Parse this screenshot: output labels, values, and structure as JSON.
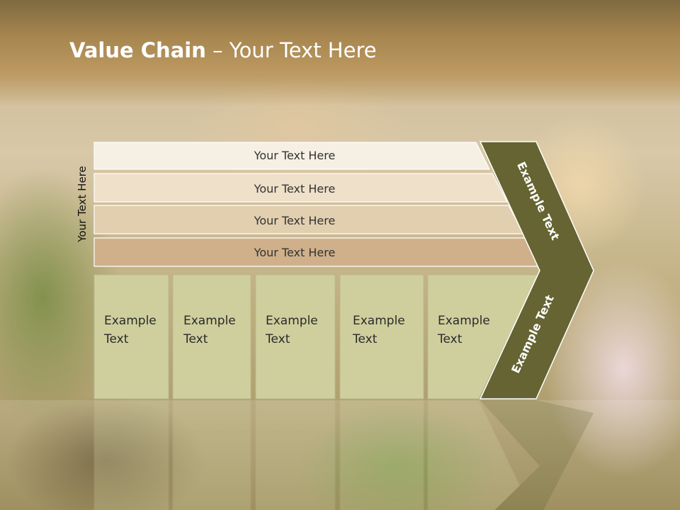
{
  "title": {
    "bold": "Value Chain",
    "rest": " – Your Text Here"
  },
  "vertical_label": "Your Text Here",
  "bars": [
    {
      "label": "Your Text Here",
      "color": "#f6efe4"
    },
    {
      "label": "Your Text Here",
      "color": "#eee0c9"
    },
    {
      "label": "Your Text Here",
      "color": "#e2cfb0"
    },
    {
      "label": "Your Text Here",
      "color": "#d0b08a"
    }
  ],
  "cells": [
    {
      "line1": "Example",
      "line2": "Text"
    },
    {
      "line1": "Example",
      "line2": "Text"
    },
    {
      "line1": "Example",
      "line2": "Text"
    },
    {
      "line1": "Example",
      "line2": "Text"
    },
    {
      "line1": "Example",
      "line2": "Text"
    }
  ],
  "chevron": {
    "upper_label": "Example Text",
    "lower_label": "Example Text",
    "color": "#656432"
  },
  "colors": {
    "cell_fill": "#cfcf9e",
    "cell_stroke": "#b8b890"
  }
}
